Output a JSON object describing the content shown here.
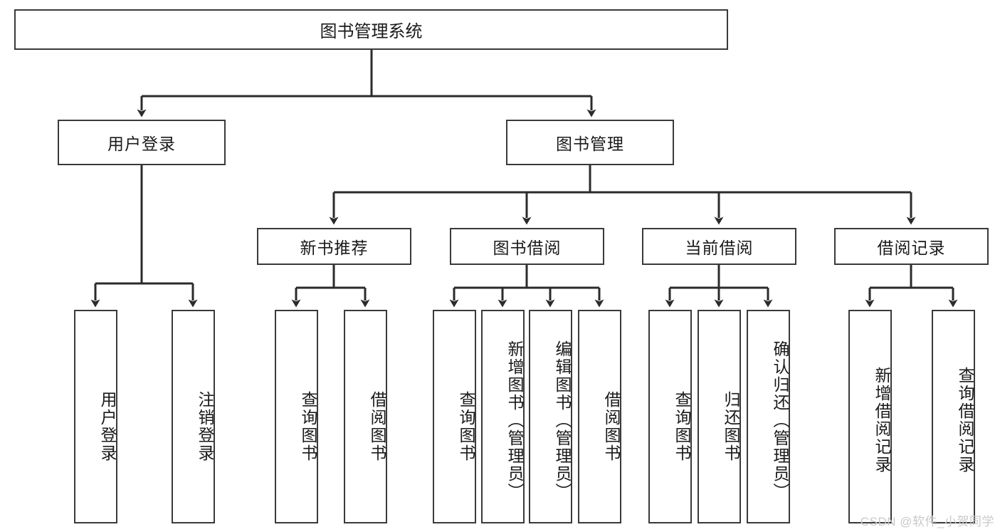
{
  "diagram": {
    "title": "图书管理系统",
    "type": "tree-hierarchy-chart",
    "watermark": "CSDN @软件_小贺同学",
    "colors": {
      "box_border": "#3a3a3a",
      "box_fill": "#ffffff",
      "connector": "#2b2b2b",
      "text": "#1a1a1a",
      "watermark": "#c9c9c9"
    },
    "nodes": {
      "root": {
        "label": "图书管理系统"
      },
      "level2": [
        {
          "id": "user-login",
          "label": "用户登录"
        },
        {
          "id": "book-management",
          "label": "图书管理"
        }
      ],
      "level3": [
        {
          "id": "new-book-recommend",
          "label": "新书推荐"
        },
        {
          "id": "book-borrow",
          "label": "图书借阅"
        },
        {
          "id": "current-borrow",
          "label": "当前借阅"
        },
        {
          "id": "borrow-record",
          "label": "借阅记录"
        }
      ],
      "leaves": {
        "user-login": [
          {
            "id": "leaf-user-login",
            "label": "用户登录"
          },
          {
            "id": "leaf-user-logout",
            "label": "注销登录"
          }
        ],
        "new-book-recommend": [
          {
            "id": "leaf-query-book-1",
            "label": "查询图书"
          },
          {
            "id": "leaf-borrow-book-1",
            "label": "借阅图书"
          }
        ],
        "book-borrow": [
          {
            "id": "leaf-query-book-2",
            "label": "查询图书"
          },
          {
            "id": "leaf-add-book",
            "label": "新增图书（管理员）"
          },
          {
            "id": "leaf-edit-book",
            "label": "编辑图书（管理员）"
          },
          {
            "id": "leaf-borrow-book-2",
            "label": "借阅图书"
          }
        ],
        "current-borrow": [
          {
            "id": "leaf-query-book-3",
            "label": "查询图书"
          },
          {
            "id": "leaf-return-book",
            "label": "归还图书"
          },
          {
            "id": "leaf-confirm-return",
            "label": "确认归还（管理员）"
          }
        ],
        "borrow-record": [
          {
            "id": "leaf-add-borrow-record",
            "label": "新增借阅记录"
          },
          {
            "id": "leaf-query-borrow-record",
            "label": "查询借阅记录"
          }
        ]
      }
    }
  }
}
